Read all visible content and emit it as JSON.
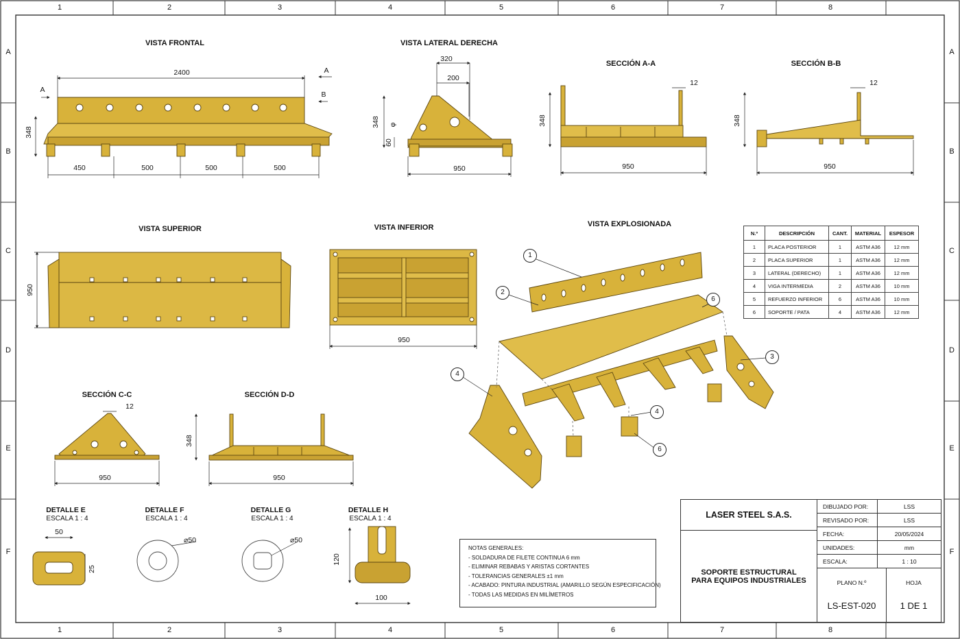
{
  "grid": {
    "columns": [
      "1",
      "2",
      "3",
      "4",
      "5",
      "6",
      "7",
      "8"
    ],
    "rows": [
      "A",
      "B",
      "C",
      "D",
      "E",
      "F"
    ]
  },
  "views": {
    "frontal": {
      "title": "VISTA FRONTAL",
      "dims": {
        "length": "2400",
        "height": "348",
        "d1": "450",
        "d2": "500",
        "d3": "500",
        "d4": "500"
      },
      "section_a": "A",
      "section_b": "B"
    },
    "lateral": {
      "title": "VISTA LATERAL DERECHA",
      "dims": {
        "w1": "320",
        "w2": "200",
        "height": "348",
        "small": "60",
        "small2": "φ",
        "base": "950"
      }
    },
    "seccion_aa": {
      "title": "SECCIÓN A-A",
      "dims": {
        "thk": "12",
        "height": "348",
        "base": "950"
      }
    },
    "seccion_bb": {
      "title": "SECCIÓN B-B",
      "dims": {
        "thk": "12",
        "height": "348",
        "base": "950"
      }
    },
    "superior": {
      "title": "VISTA SUPERIOR",
      "dims": {
        "depth": "950"
      }
    },
    "inferior": {
      "title": "VISTA INFERIOR",
      "dims": {
        "base": "950"
      }
    },
    "explosionada": {
      "title": "VISTA EXPLOSIONADA"
    },
    "seccion_cc": {
      "title": "SECCIÓN C-C",
      "dims": {
        "thk": "12",
        "base": "950"
      }
    },
    "seccion_dd": {
      "title": "SECCIÓN D-D",
      "dims": {
        "height": "348",
        "base": "950"
      }
    }
  },
  "callouts": [
    "1",
    "2",
    "6",
    "3",
    "4",
    "4",
    "6"
  ],
  "details": [
    {
      "title": "DETALLE E",
      "scale": "ESCALA  1 : 4",
      "dims": [
        "50",
        "25"
      ]
    },
    {
      "title": "DETALLE F",
      "scale": "ESCALA  1 : 4",
      "dims": [
        "⌀50"
      ]
    },
    {
      "title": "DETALLE G",
      "scale": "ESCALA  1 : 4",
      "dims": [
        "⌀50"
      ]
    },
    {
      "title": "DETALLE H",
      "scale": "ESCALA  1 : 4",
      "dims": [
        "120",
        "100"
      ]
    }
  ],
  "bom": {
    "headers": [
      "N.º",
      "DESCRIPCIÓN",
      "CANT.",
      "MATERIAL",
      "ESPESOR"
    ],
    "rows": [
      [
        "1",
        "PLACA POSTERIOR",
        "1",
        "ASTM A36",
        "12 mm"
      ],
      [
        "2",
        "PLACA SUPERIOR",
        "1",
        "ASTM A36",
        "12 mm"
      ],
      [
        "3",
        "LATERAL (DERECHO)",
        "1",
        "ASTM A36",
        "12 mm"
      ],
      [
        "4",
        "VIGA INTERMEDIA",
        "2",
        "ASTM A36",
        "10 mm"
      ],
      [
        "5",
        "REFUERZO INFERIOR",
        "6",
        "ASTM A36",
        "10 mm"
      ],
      [
        "6",
        "SOPORTE / PATA",
        "4",
        "ASTM A36",
        "12 mm"
      ]
    ]
  },
  "notes": {
    "heading": "NOTAS GENERALES:",
    "items": [
      "- SOLDADURA DE FILETE CONTINUA 6 mm",
      "- ELIMINAR REBABAS Y ARISTAS CORTANTES",
      "- TOLERANCIAS GENERALES ±1 mm",
      "- ACABADO: PINTURA INDUSTRIAL (AMARILLO SEGÚN ESPECIFICACIÓN)",
      "- TODAS LAS MEDIDAS EN MILÍMETROS"
    ]
  },
  "title_block": {
    "company": "LASER STEEL S.A.S.",
    "part_line1": "SOPORTE ESTRUCTURAL",
    "part_line2": "PARA EQUIPOS INDUSTRIALES",
    "fields": [
      {
        "label": "DIBUJADO POR:",
        "value": "LSS"
      },
      {
        "label": "REVISADO POR:",
        "value": "LSS"
      },
      {
        "label": "FECHA:",
        "value": "20/05/2024"
      },
      {
        "label": "UNIDADES:",
        "value": "mm"
      },
      {
        "label": "ESCALA:",
        "value": "1 : 10"
      }
    ],
    "plan_label": "PLANO N.º",
    "plan_value": "LS-EST-020",
    "sheet_label": "HOJA",
    "sheet_value": "1 DE 1"
  },
  "colors": {
    "steel": "#d8b23a",
    "steel_dark": "#a8841c",
    "steel_light": "#e6c65a",
    "line": "#222222"
  }
}
